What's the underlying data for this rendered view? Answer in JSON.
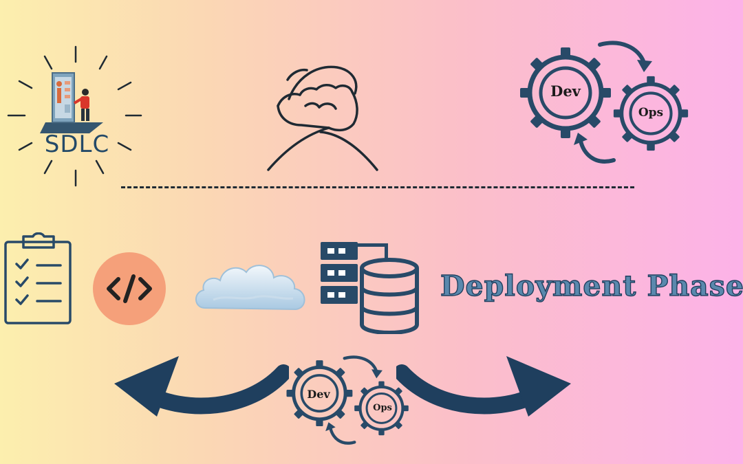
{
  "sdlc": {
    "label": "SDLC"
  },
  "phase": {
    "title": "Deployment Phase"
  },
  "devops_top": {
    "dev": "Dev",
    "ops": "Ops"
  },
  "devops_bottom": {
    "dev": "Dev",
    "ops": "Ops"
  },
  "colors": {
    "navy": "#1f3f5e",
    "icon_stroke": "#284a68",
    "code_circle": "#f5a07a",
    "background_left": "#fcefae",
    "background_right": "#fcb2e8"
  },
  "icons": {
    "sdlc": "sdlc-illustration-icon",
    "handshake": "handshake-icon",
    "devops": "devops-gears-icon",
    "checklist": "checklist-icon",
    "code": "code-icon",
    "cloud": "cloud-icon",
    "database": "server-database-icon",
    "arrows": "curved-arrow-icon"
  }
}
